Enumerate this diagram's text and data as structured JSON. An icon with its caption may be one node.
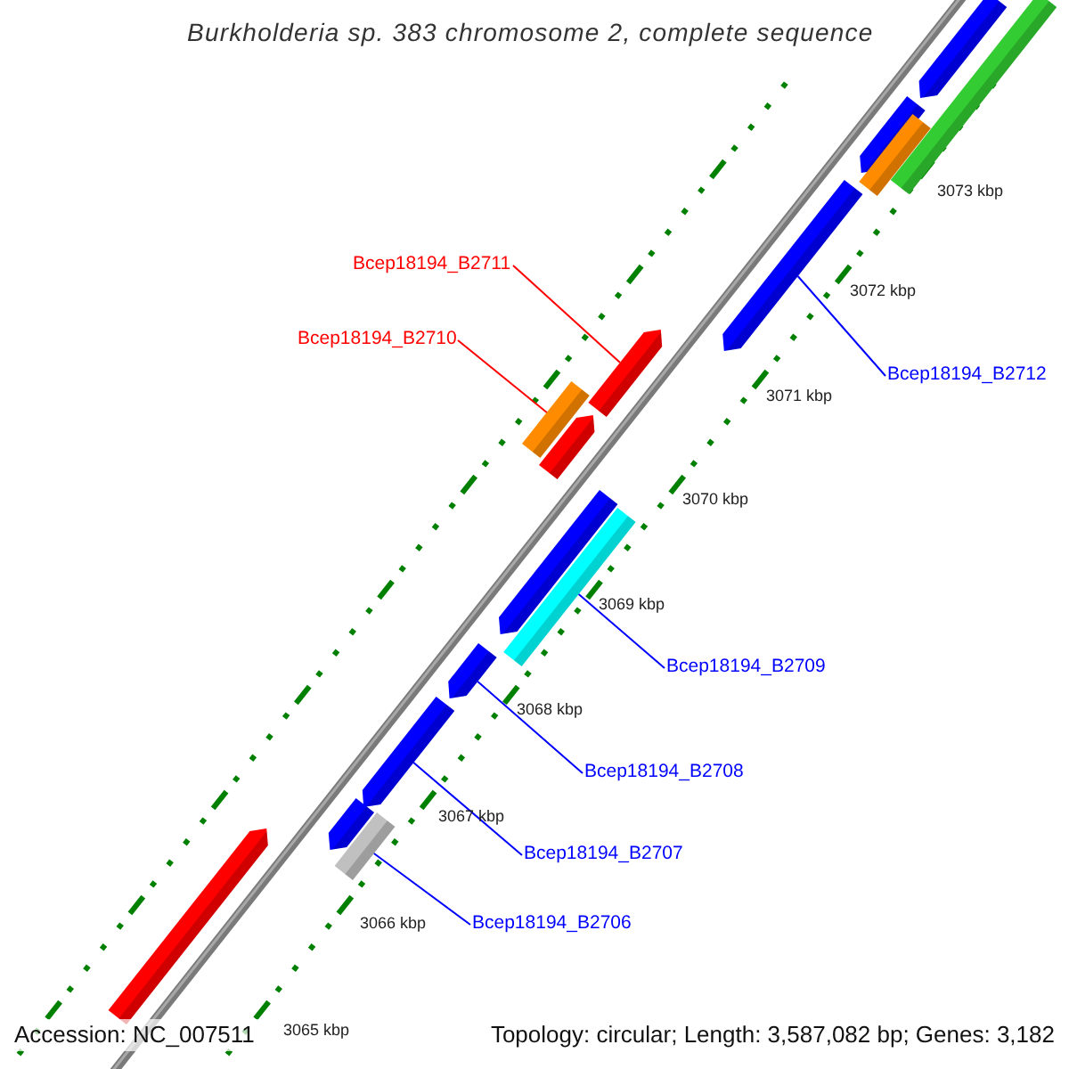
{
  "diagram": {
    "title": "Burkholderia sp. 383 chromosome 2, complete sequence",
    "nodes": [
      {
        "text": [
          "Bcep18194_B2711"
        ]
      },
      {
        "text": [
          "Bcep18194_B2710"
        ]
      },
      {
        "text": [
          "Bcep18194_B2712"
        ]
      },
      {
        "text": [
          "Bcep18194_B2709"
        ]
      },
      {
        "text": [
          "Bcep18194_B2708"
        ]
      },
      {
        "text": [
          "Bcep18194_B2707"
        ]
      },
      {
        "text": [
          "Bcep18194_B2706"
        ]
      },
      {
        "text": [],
        "shape": "bar"
      },
      {
        "text": [],
        "shape": "bar"
      },
      {
        "text": [],
        "shape": "bar"
      },
      {
        "text": [],
        "shape": "bar"
      },
      {
        "text": [],
        "shape": "bar"
      },
      {
        "text": [],
        "shape": "bar"
      },
      {
        "text": [],
        "shape": "bar"
      },
      {
        "text": [],
        "shape": "bar"
      },
      {
        "text": [],
        "shape": "bar"
      },
      {
        "text": [],
        "shape": "bar"
      },
      {
        "text": [],
        "shape": "bar"
      },
      {
        "text": [],
        "shape": "bar"
      },
      {
        "text": [],
        "shape": "bar"
      },
      {
        "text": [],
        "shape": "bar"
      },
      {
        "text": [],
        "shape": "bar"
      }
    ],
    "edges": [
      {
        "from": 0,
        "to": 12,
        "arrow": "none",
        "color": "#ff0000"
      },
      {
        "from": 1,
        "to": 13,
        "arrow": "none",
        "color": "#ff0000"
      },
      {
        "from": 2,
        "to": 11,
        "arrow": "none"
      },
      {
        "from": 3,
        "to": 16,
        "arrow": "none"
      },
      {
        "from": 4,
        "to": 17,
        "arrow": "none"
      },
      {
        "from": 5,
        "to": 18,
        "arrow": "none"
      },
      {
        "from": 6,
        "to": 20,
        "arrow": "none"
      }
    ],
    "labels": [
      "3073 kbp",
      "3072 kbp",
      "3071 kbp",
      "3070 kbp",
      "3069 kbp",
      "3068 kbp",
      "3067 kbp",
      "3066 kbp",
      "3065 kbp",
      "Accession: NC_007511",
      "Topology: circular; Length: 3,587,082 bp; Genes: 3,182"
    ]
  }
}
